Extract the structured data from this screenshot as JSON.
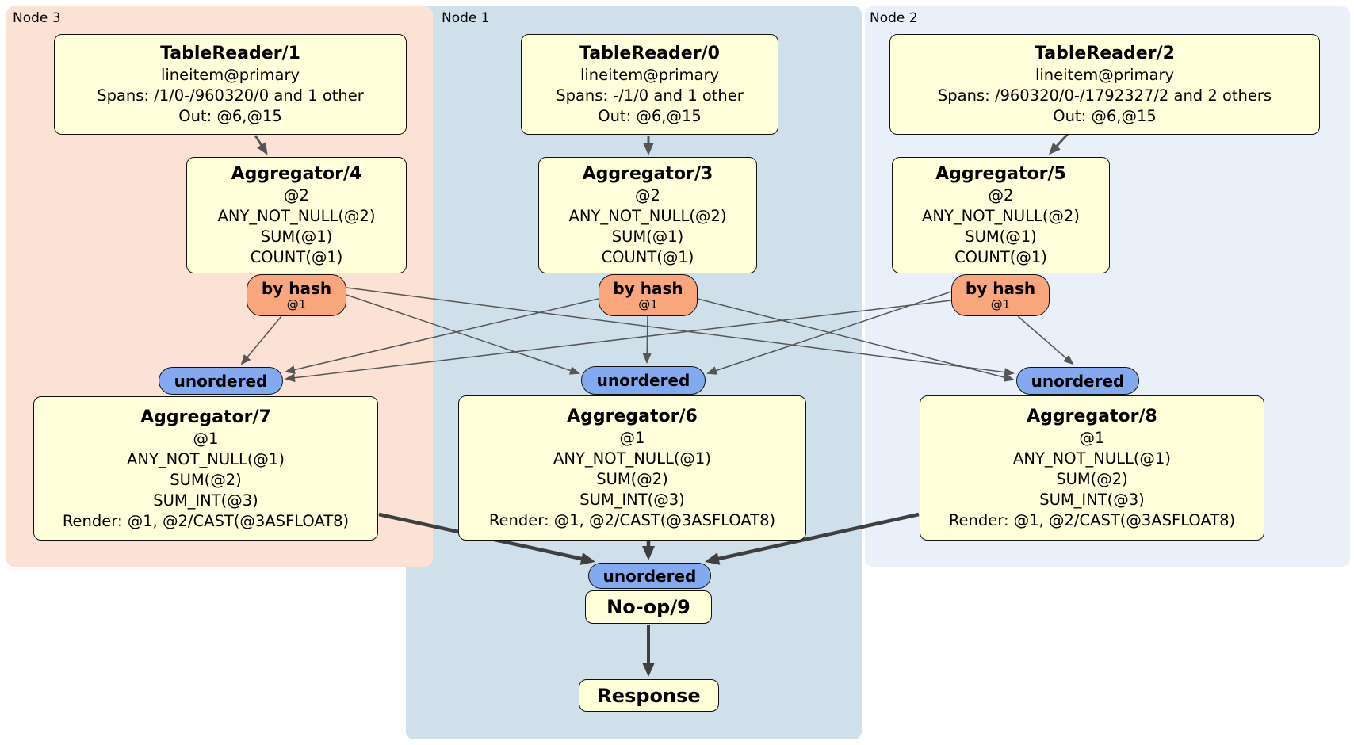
{
  "regions": [
    {
      "label": "Node 3",
      "color": "#fbe2d4"
    },
    {
      "label": "Node 1",
      "color": "#cfe0ea"
    },
    {
      "label": "Node 2",
      "color": "#eaf0fa"
    }
  ],
  "processors": [
    {
      "title": "TableReader/1",
      "lines": [
        "lineitem@primary",
        "Spans: /1/0-/960320/0 and 1 other",
        "Out: @6,@15"
      ]
    },
    {
      "title": "TableReader/0",
      "lines": [
        "lineitem@primary",
        "Spans: -/1/0 and 1 other",
        "Out: @6,@15"
      ]
    },
    {
      "title": "TableReader/2",
      "lines": [
        "lineitem@primary",
        "Spans: /960320/0-/1792327/2 and 2 others",
        "Out: @6,@15"
      ]
    },
    {
      "title": "Aggregator/4",
      "lines": [
        "@2",
        "ANY_NOT_NULL(@2)",
        "SUM(@1)",
        "COUNT(@1)"
      ]
    },
    {
      "title": "Aggregator/3",
      "lines": [
        "@2",
        "ANY_NOT_NULL(@2)",
        "SUM(@1)",
        "COUNT(@1)"
      ]
    },
    {
      "title": "Aggregator/5",
      "lines": [
        "@2",
        "ANY_NOT_NULL(@2)",
        "SUM(@1)",
        "COUNT(@1)"
      ]
    },
    {
      "title": "Aggregator/7",
      "lines": [
        "@1",
        "ANY_NOT_NULL(@1)",
        "SUM(@2)",
        "SUM_INT(@3)",
        "Render: @1, @2/CAST(@3ASFLOAT8)"
      ]
    },
    {
      "title": "Aggregator/6",
      "lines": [
        "@1",
        "ANY_NOT_NULL(@1)",
        "SUM(@2)",
        "SUM_INT(@3)",
        "Render: @1, @2/CAST(@3ASFLOAT8)"
      ]
    },
    {
      "title": "Aggregator/8",
      "lines": [
        "@1",
        "ANY_NOT_NULL(@1)",
        "SUM(@2)",
        "SUM_INT(@3)",
        "Render: @1, @2/CAST(@3ASFLOAT8)"
      ]
    },
    {
      "title": "No-op/9",
      "lines": []
    },
    {
      "title": "Response",
      "lines": []
    }
  ],
  "routers": [
    {
      "label": "by hash",
      "detail": "@1"
    },
    {
      "label": "by hash",
      "detail": "@1"
    },
    {
      "label": "by hash",
      "detail": "@1"
    }
  ],
  "streams": [
    {
      "label": "unordered"
    },
    {
      "label": "unordered"
    },
    {
      "label": "unordered"
    },
    {
      "label": "unordered"
    }
  ],
  "colors": {
    "processor_fill": "#ffffd9",
    "router_fill": "#f8a77c",
    "stream_fill": "#83aaf0",
    "edge_thin": "#565656",
    "edge_thick": "#3f3f3f"
  }
}
